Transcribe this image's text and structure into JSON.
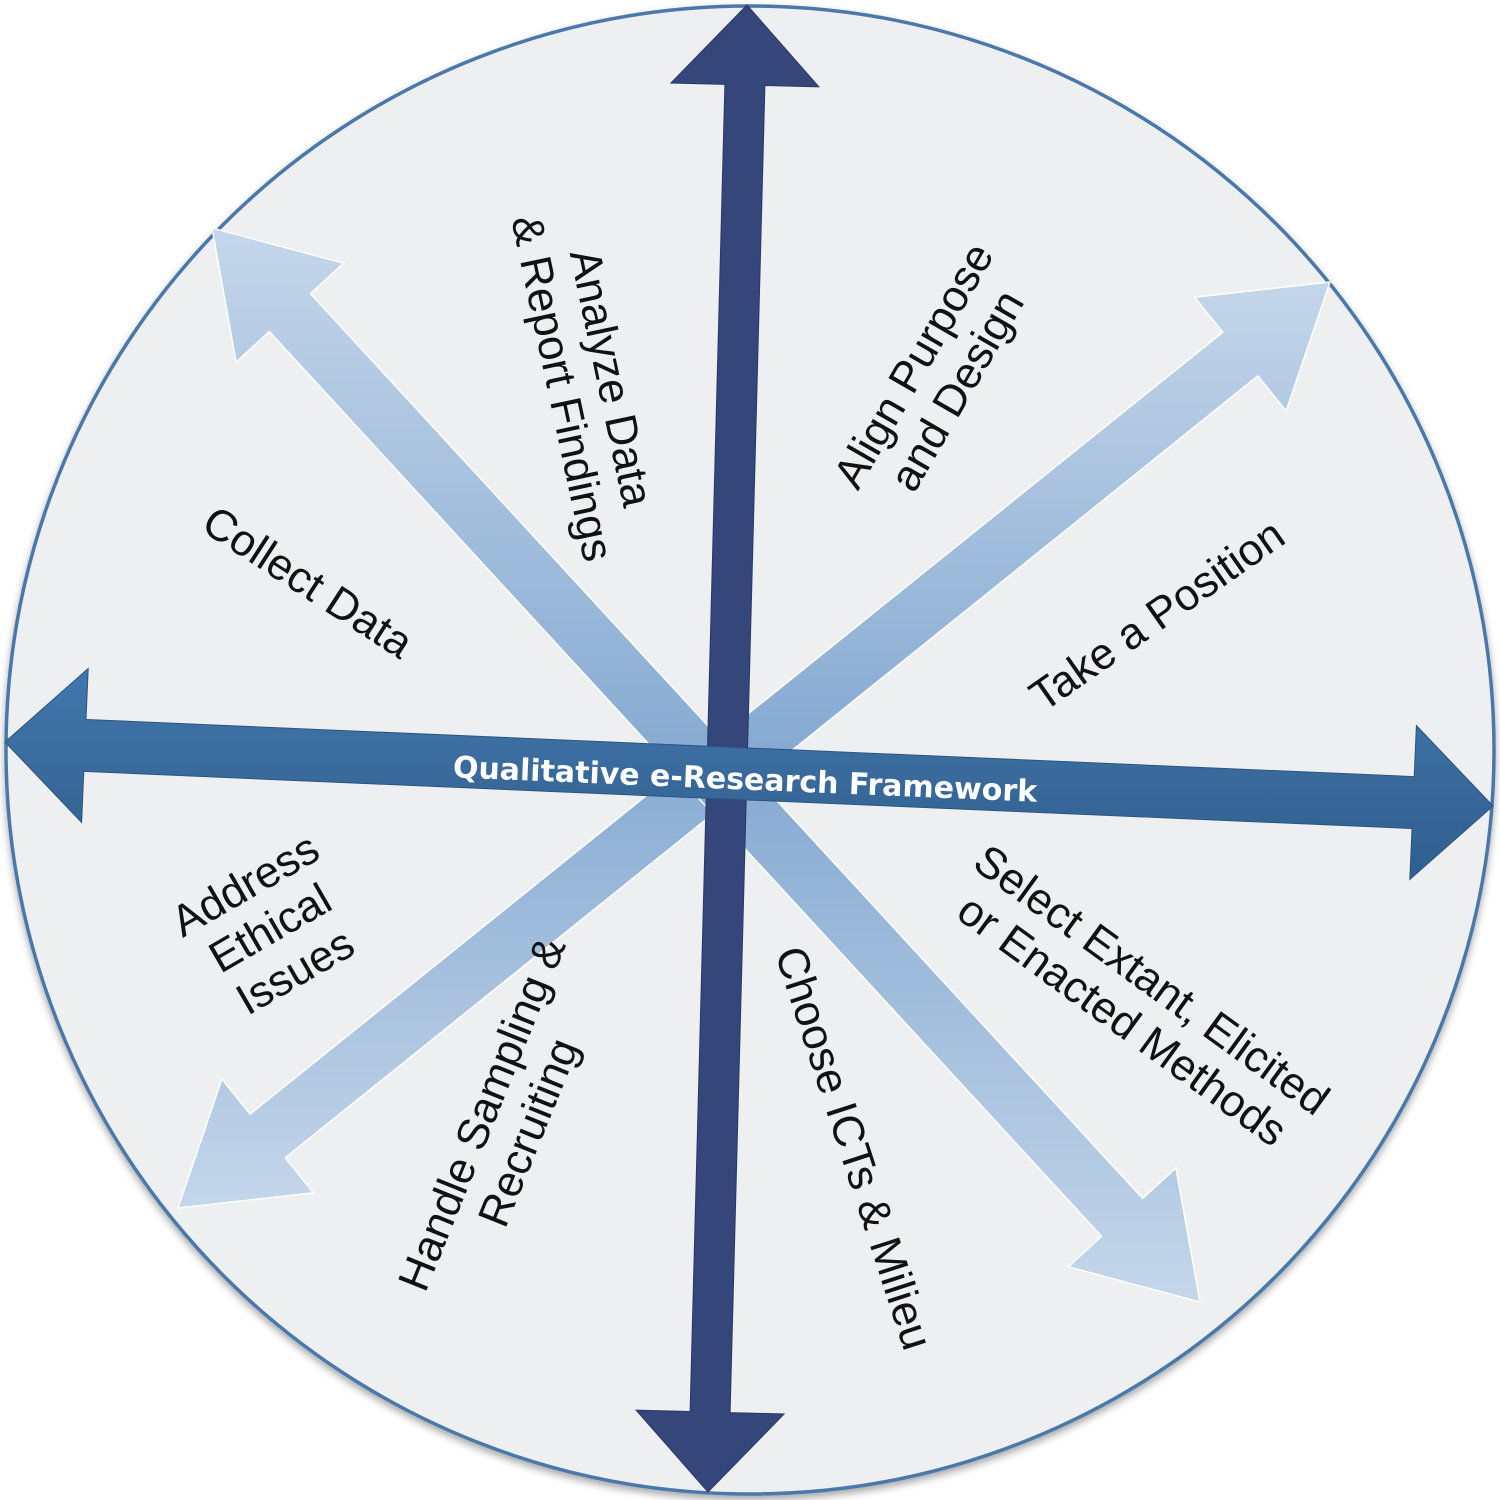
{
  "diagram": {
    "center_title": "Qualitative e-Research Framework",
    "segments": [
      {
        "id": "align",
        "lines": [
          "Align Purpose",
          "and Design"
        ]
      },
      {
        "id": "position",
        "lines": [
          "Take a Position"
        ]
      },
      {
        "id": "methods",
        "lines": [
          "Select Extant, Elicited",
          "or Enacted Methods"
        ]
      },
      {
        "id": "icts",
        "lines": [
          "Choose ICTs & Milieu"
        ]
      },
      {
        "id": "sampling",
        "lines": [
          "Handle Sampling &",
          "Recruiting"
        ]
      },
      {
        "id": "ethical",
        "lines": [
          "Address",
          "Ethical",
          "Issues"
        ]
      },
      {
        "id": "collect",
        "lines": [
          "Collect Data"
        ]
      },
      {
        "id": "analyze",
        "lines": [
          "Analyze Data",
          "& Report Findings"
        ]
      }
    ]
  },
  "colors": {
    "circle_fill": "#eeeff1",
    "circle_stroke": "#4a78aa",
    "vertical_arrow": "#34467a",
    "horizontal_arrow": "#3a6a9c",
    "diagonal_arrow_light": "#c4d6ea",
    "diagonal_arrow_dark": "#86aad2"
  }
}
